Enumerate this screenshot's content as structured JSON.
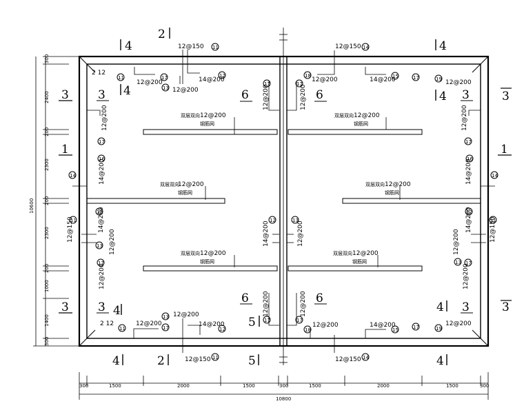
{
  "bars": {
    "b150": "12@150",
    "b200": "12@200",
    "b14": "14@200",
    "corner": "2 12",
    "top_label": "双层双向",
    "bottom_label": "钢筋网",
    "top_note": "双层双向 12@200",
    "sub": "钢筋网"
  },
  "circles": {
    "c11": "11",
    "c12": "12",
    "c13": "13",
    "c14": "14",
    "c15": "15",
    "c16": "16",
    "c17": "17",
    "c18": "18",
    "c19": "19"
  },
  "sections": {
    "s1": "1",
    "s2": "2",
    "s3": "3",
    "s4": "4",
    "s5": "5",
    "s6": "6"
  },
  "dims_v": [
    "300",
    "2400",
    "200",
    "2300",
    "200",
    "2300",
    "200",
    "1000",
    "1400",
    "300"
  ],
  "dims_h": [
    "300",
    "1500",
    "2000",
    "1500",
    "300",
    "1500",
    "2000",
    "1500",
    "300"
  ],
  "total_h": "10800",
  "total_v": "10600"
}
